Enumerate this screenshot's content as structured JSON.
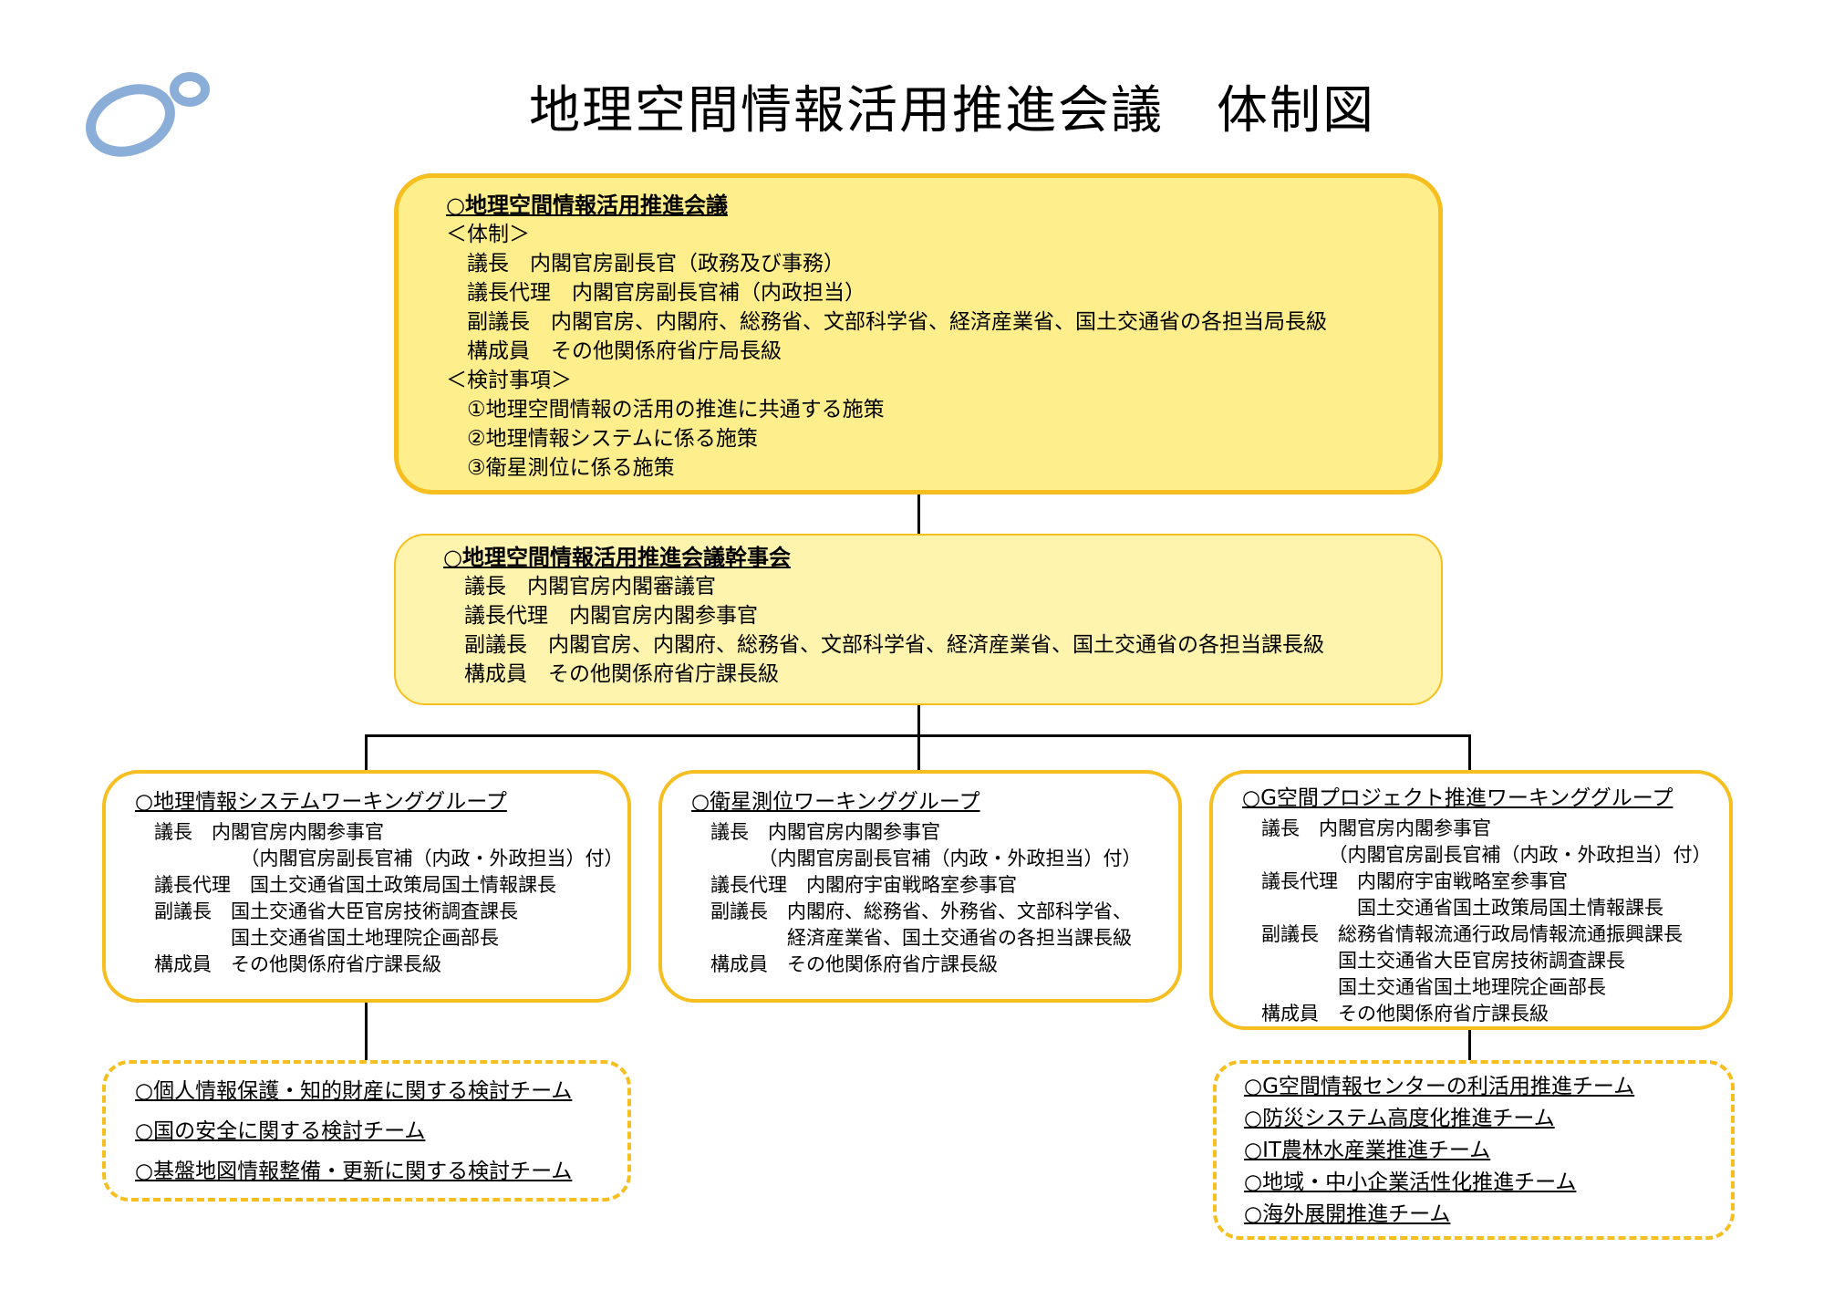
{
  "title": "地理空間情報活用推進会議　体制図",
  "colors": {
    "accent_border": "#f6be1e",
    "main_fill": "#ffef8c",
    "secretary_fill": "#fff4ad",
    "logo": "#8aaed8"
  },
  "main_council": {
    "heading": "○地理空間情報活用推進会議",
    "lines": [
      "＜体制＞",
      "　議長　内閣官房副長官（政務及び事務）",
      "　議長代理　内閣官房副長官補（内政担当）",
      "　副議長　内閣官房、内閣府、総務省、文部科学省、経済産業省、国土交通省の各担当局長級",
      "　構成員　その他関係府省庁局長級",
      "＜検討事項＞",
      "　①地理空間情報の活用の推進に共通する施策",
      "　②地理情報システムに係る施策",
      "　③衛星測位に係る施策"
    ]
  },
  "secretary_council": {
    "heading": "○地理空間情報活用推進会議幹事会",
    "lines": [
      "　議長　内閣官房内閣審議官",
      "　議長代理　内閣官房内閣参事官",
      "　副議長　内閣官房、内閣府、総務省、文部科学省、経済産業省、国土交通省の各担当課長級",
      "　構成員　その他関係府省庁課長級"
    ]
  },
  "wg_gis": {
    "heading": "○地理情報システムワーキンググループ",
    "lines": [
      "　議長　内閣官房内閣参事官",
      "　　　　　　（内閣官房副長官補（内政・外政担当）付）",
      "　議長代理　国土交通省国土政策局国土情報課長",
      "　副議長　国土交通省大臣官房技術調査課長",
      "　　　　　国土交通省国土地理院企画部長",
      "　構成員　その他関係府省庁課長級"
    ]
  },
  "wg_satellite": {
    "heading": "○衛星測位ワーキンググループ",
    "lines": [
      "　議長　内閣官房内閣参事官",
      "　　　　（内閣官房副長官補（内政・外政担当）付）",
      "　議長代理　内閣府宇宙戦略室参事官",
      "　副議長　内閣府、総務省、外務省、文部科学省、",
      "　　　　　経済産業省、国土交通省の各担当課長級",
      "　構成員　その他関係府省庁課長級"
    ]
  },
  "wg_gspace": {
    "heading": "○G空間プロジェクト推進ワーキンググループ",
    "lines": [
      "　議長　内閣官房内閣参事官",
      "　　　　　（内閣官房副長官補（内政・外政担当）付）",
      "　議長代理　内閣府宇宙戦略室参事官",
      "　　　　　　国土交通省国土政策局国土情報課長",
      "　副議長　総務省情報流通行政局情報流通振興課長",
      "　　　　　国土交通省大臣官房技術調査課長",
      "　　　　　国土交通省国土地理院企画部長",
      "　構成員　その他関係府省庁課長級"
    ]
  },
  "teams_left": [
    "○個人情報保護・知的財産に関する検討チーム",
    "○国の安全に関する検討チーム",
    "○基盤地図情報整備・更新に関する検討チーム"
  ],
  "teams_right": [
    "○G空間情報センターの利活用推進チーム",
    "○防災システム高度化推進チーム",
    "○IT農林水産業推進チーム",
    "○地域・中小企業活性化推進チーム",
    "○海外展開推進チーム"
  ]
}
